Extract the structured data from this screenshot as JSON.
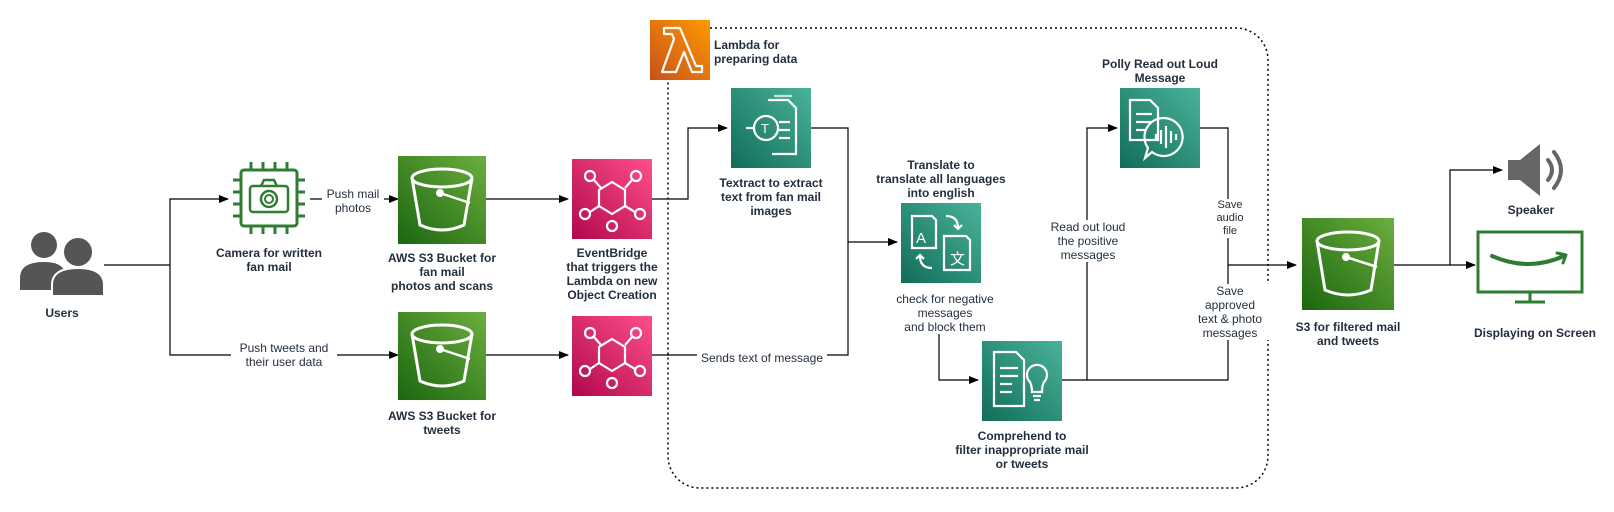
{
  "nodes": {
    "users": {
      "label": "Users"
    },
    "camera": {
      "label": "Camera for written\nfan mail"
    },
    "s3_photos": {
      "label": "AWS S3 Bucket for\nfan mail\nphotos and scans"
    },
    "s3_tweets": {
      "label": "AWS S3 Bucket for\ntweets"
    },
    "eventbridge": {
      "label": "EventBridge\nthat triggers the\nLambda on new\nObject Creation"
    },
    "lambda": {
      "label": "Lambda for\npreparing data"
    },
    "textract": {
      "label": "Textract to extract\ntext from fan mail\nimages"
    },
    "translate": {
      "label": "Translate to\ntranslate all languages\ninto english"
    },
    "polly": {
      "label": "Polly Read out Loud\nMessage"
    },
    "comprehend": {
      "label": "Comprehend to\nfilter inappropriate mail\nor tweets"
    },
    "s3_filtered": {
      "label": "S3 for filtered mail\nand tweets"
    },
    "speaker": {
      "label": "Speaker"
    },
    "screen": {
      "label": "Displaying on Screen"
    }
  },
  "edges": {
    "push_mail": "Push mail\nphotos",
    "push_tweets": "Push tweets and\ntheir user data",
    "sends_text": "Sends text of message",
    "check_negative": "check for negative\nmessages\nand block them",
    "read_out_loud": "Read out loud\nthe positive\nmessages",
    "save_audio": "Save\naudio\nfile",
    "save_approved": "Save\napproved\ntext & photo\nmessages"
  },
  "colors": {
    "s3_green": "#3f8624",
    "ml_teal": "#1b7e6c",
    "eventbridge_pink": "#d6246c",
    "lambda_orange": "#e8820d",
    "camera_green": "#2e7d32",
    "screen_green": "#2e7d32",
    "amazon_smile": "#2e7d32",
    "user_gray": "#555555",
    "line": "#000000"
  },
  "icons": {
    "users": "users-icon",
    "camera": "camera-icon",
    "s3": "bucket-icon",
    "eventbridge": "eventbridge-icon",
    "lambda": "lambda-icon",
    "textract": "textract-icon",
    "translate": "translate-icon",
    "polly": "polly-icon",
    "comprehend": "comprehend-icon",
    "speaker": "speaker-icon",
    "screen": "monitor-icon"
  }
}
